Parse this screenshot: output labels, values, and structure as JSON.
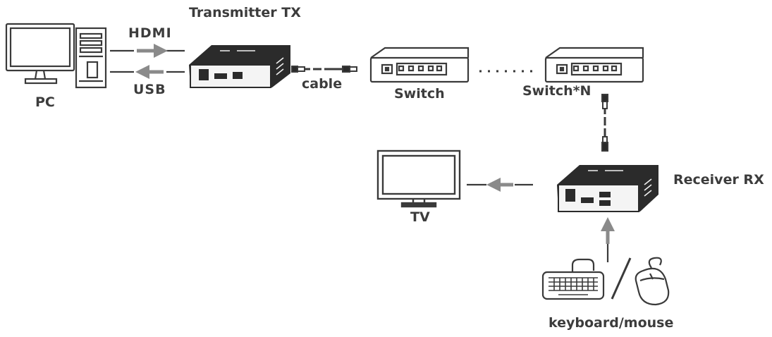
{
  "labels": {
    "transmitter": "Transmitter TX",
    "hdmi": "HDMI",
    "usb": "USB",
    "pc": "PC",
    "cable": "cable",
    "switch": "Switch",
    "switch_n": "Switch*N",
    "receiver": "Receiver RX",
    "tv": "TV",
    "keyboard_mouse": "keyboard/mouse"
  },
  "colors": {
    "stroke": "#3a3a3a",
    "arrow": "#8a8a8a",
    "device_fill": "#2b2b2b",
    "text": "#3c3c3c"
  }
}
